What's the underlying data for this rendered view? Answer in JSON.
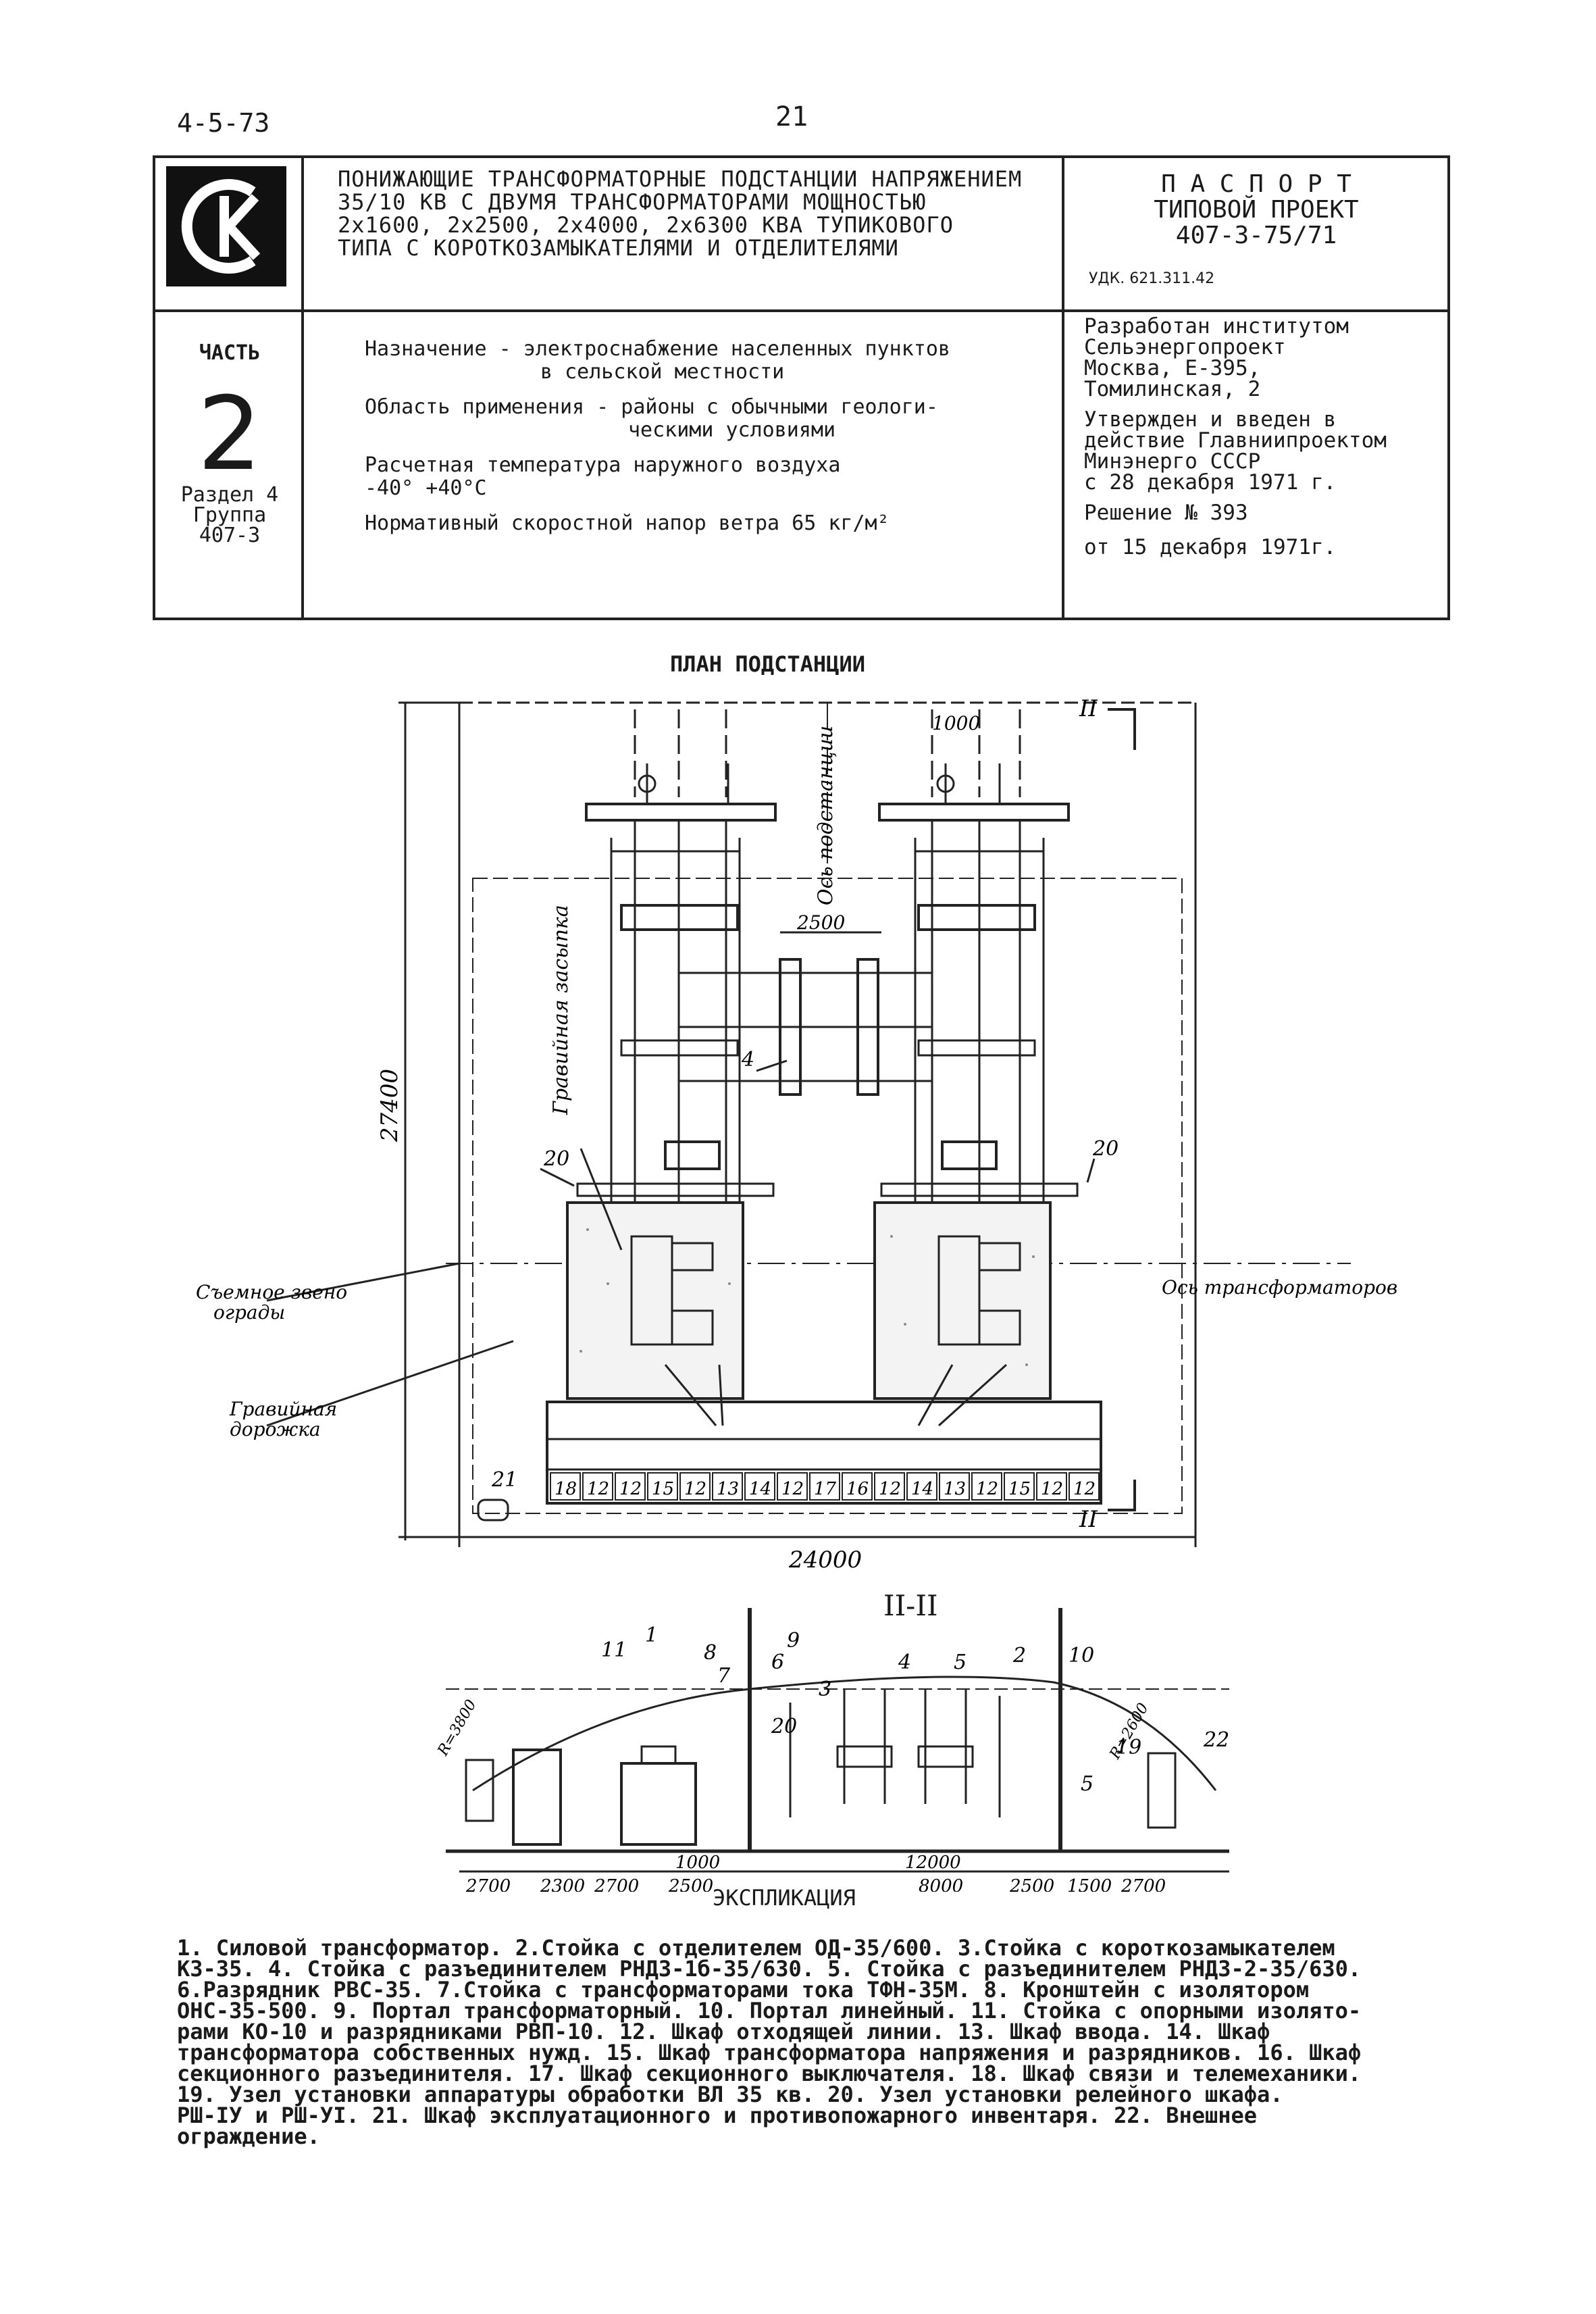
{
  "header": {
    "doc_code": "4-5-73",
    "page_number": "21"
  },
  "title_block": {
    "lines": [
      "ПОНИЖАЮЩИЕ ТРАНСФОРМАТОРНЫЕ ПОДСТАНЦИИ НАПРЯЖЕНИЕМ",
      "35/10 КВ С ДВУМЯ ТРАНСФОРМАТОРАМИ МОЩНОСТЬЮ",
      "2x1600, 2x2500, 2x4000, 2x6300 КВА ТУПИКОВОГО",
      "ТИПА С КОРОТКОЗАМЫКАТЕЛЯМИ И ОТДЕЛИТЕЛЯМИ"
    ],
    "passport_title": "П А С П О Р Т",
    "project_type": "ТИПОВОЙ ПРОЕКТ",
    "project_number": "407-3-75/71",
    "udk": "УДК. 621.311.42"
  },
  "part": {
    "label": "ЧАСТЬ",
    "number": "2",
    "section": "Раздел 4",
    "group": "Группа",
    "group_code": "407-3"
  },
  "purpose": {
    "line1": "Назначение - электроснабжение населенных пунктов",
    "line2": "в сельской местности",
    "area1": "Область применения - районы с обычными геологи-",
    "area2": "ческими условиями",
    "temp1": "Расчетная температура наружного воздуха",
    "temp2": "-40° +40°С",
    "wind": "Нормативный скоростной напор ветра 65 кг/м²"
  },
  "developer": {
    "l1": "Разработан институтом",
    "l2": "Сельэнергопроект",
    "l3": "Москва, Е-395,",
    "l4": "Томилинская, 2",
    "l5": "Утвержден и введен в",
    "l6": "действие Главниипроектом",
    "l7": "Минэнерго СССР",
    "l8": "с 28 декабря 1971 г.",
    "l9": "Решение № 393",
    "l10": "от 15 декабря 1971г."
  },
  "plan": {
    "title": "ПЛАН ПОДСТАНЦИИ",
    "axis_substation": "Ось подстанции",
    "gravel_fill": "Гравийная засыпка",
    "removable_link_1": "Съемное звено",
    "removable_link_2": "ограды",
    "gravel_path_1": "Гравийная",
    "gravel_path_2": "дорожка",
    "transformer_axis": "Ось трансформаторов",
    "dim_total_width": "24000",
    "dim_total_height": "27400",
    "dim_top": "1000",
    "dim_mid": "2500",
    "section_mark": "II",
    "callout_4": "4",
    "callout_20": "20",
    "callout_21": "21",
    "cabinets": [
      "18",
      "12",
      "12",
      "15",
      "12",
      "13",
      "14",
      "12",
      "17",
      "16",
      "12",
      "14",
      "13",
      "12",
      "15",
      "12",
      "12"
    ]
  },
  "section": {
    "title": "II-II",
    "callouts": [
      "11",
      "1",
      "8",
      "9",
      "6",
      "7",
      "20",
      "3",
      "4",
      "5",
      "2",
      "10",
      "19",
      "5",
      "22"
    ],
    "r_left": "R=3800",
    "r_right": "R=2600",
    "dims_bottom": [
      "2700",
      "2300",
      "2700",
      "2500",
      "8000",
      "2500",
      "1500",
      "2700"
    ],
    "dim_1000": "1000",
    "dim_12000": "12000"
  },
  "explication": {
    "title": "ЭКСПЛИКАЦИЯ",
    "lines": [
      "1. Силовой трансформатор. 2.Стойка с отделителем ОД-35/600. 3.Стойка с короткозамыкателем",
      "КЗ-35. 4. Стойка с разъединителем РНДЗ-1б-35/630. 5. Стойка с разъединителем РНДЗ-2-35/630.",
      "6.Разрядник РВС-35. 7.Стойка с трансформаторами тока ТФН-35М. 8. Кронштейн с изолятором",
      "ОНС-35-500. 9. Портал трансформаторный. 10. Портал линейный. 11. Стойка с опорными изолято-",
      "рами КО-10 и разрядниками РВП-10. 12. Шкаф отходящей линии. 13. Шкаф ввода. 14. Шкаф",
      "трансформатора собственных нужд. 15. Шкаф трансформатора напряжения и разрядников. 16. Шкаф",
      "секционного разъединителя. 17. Шкаф секционного выключателя. 18. Шкаф связи и телемеханики.",
      "19. Узел установки аппаратуры обработки ВЛ 35 кв. 20. Узел установки релейного шкафа.",
      "РШ-IУ и РШ-УI. 21. Шкаф эксплуатационного и противопожарного инвентаря. 22. Внешнее",
      "ограждение."
    ]
  }
}
